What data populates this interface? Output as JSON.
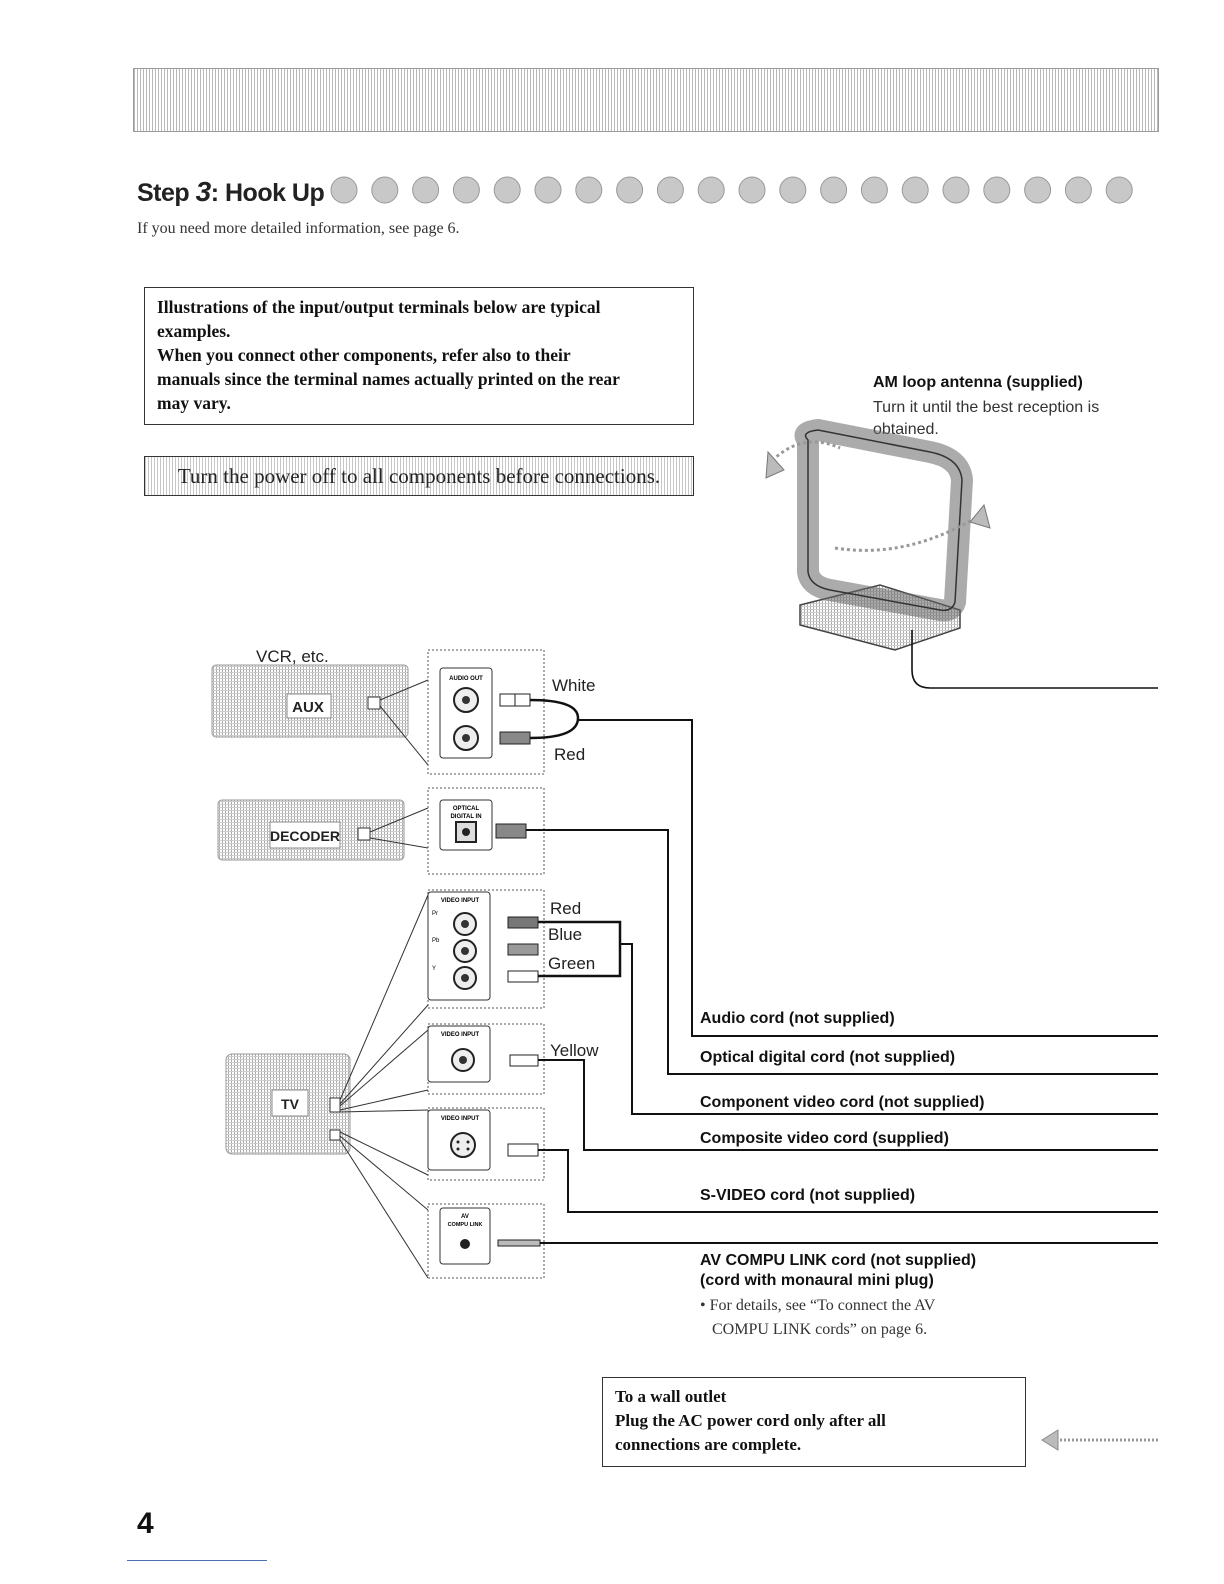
{
  "header": {
    "step_title_prefix": "Step",
    "step_number": "3",
    "step_title_suffix": ": Hook Up"
  },
  "intro": "If you need more detailed information, see page 6.",
  "notice": {
    "line1": "Illustrations of the input/output terminals below are typical",
    "line2": "examples.",
    "line3": "When you connect other components, refer also to their",
    "line4": "manuals since the terminal names actually printed on the rear",
    "line5": "may vary."
  },
  "power_banner": "Turn the power off to all components before connections.",
  "antenna": {
    "title": "AM loop antenna (supplied)",
    "desc_line1": "Turn it until the best reception is",
    "desc_line2": "obtained."
  },
  "devices": {
    "vcr_label": "VCR, etc.",
    "aux": "AUX",
    "decoder": "DECODER",
    "tv": "TV"
  },
  "terminals": {
    "audio_out": "AUDIO OUT",
    "optical": "OPTICAL",
    "digital_in": "DIGITAL IN",
    "video_input": "VIDEO INPUT",
    "av": "AV",
    "compu_link": "COMPU LINK",
    "pr": "Pr",
    "pb": "Pb",
    "y": "Y"
  },
  "plug_colors": {
    "white": "White",
    "red": "Red",
    "red2": "Red",
    "blue": "Blue",
    "green": "Green",
    "yellow": "Yellow"
  },
  "cords": {
    "audio": "Audio cord (not supplied)",
    "optical": "Optical digital cord (not supplied)",
    "component": "Component video cord (not supplied)",
    "composite": "Composite video cord (supplied)",
    "svideo": "S-VIDEO cord (not supplied)",
    "av_compu": "AV COMPU LINK cord (not supplied)",
    "av_compu_sub": "(cord with monaural mini plug)",
    "av_note_line1": "• For details, see “To connect the AV",
    "av_note_line2": "COMPU LINK cords” on page 6."
  },
  "wall_outlet": {
    "line1": "To a wall outlet",
    "line2": "Plug the AC power cord only after all",
    "line3": "connections are complete."
  },
  "page_number": "4",
  "colors": {
    "line": "#111111",
    "halftone": "#b5b5b5",
    "footer_rule": "#4a6fb5"
  }
}
